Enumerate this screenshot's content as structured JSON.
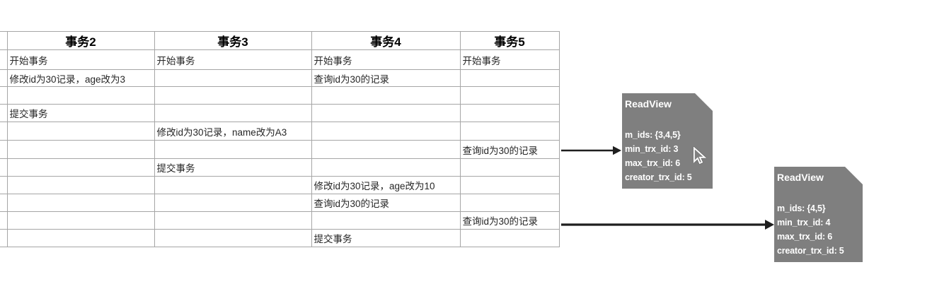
{
  "table": {
    "columns": [
      {
        "label": "事务2"
      },
      {
        "label": "事务3"
      },
      {
        "label": "事务4"
      },
      {
        "label": "事务5"
      }
    ],
    "rows": [
      [
        "开始事务",
        "开始事务",
        "开始事务",
        "开始事务"
      ],
      [
        "修改id为30记录，age改为3",
        "",
        "查询id为30的记录",
        ""
      ],
      [
        "",
        "",
        "",
        ""
      ],
      [
        "提交事务",
        "",
        "",
        ""
      ],
      [
        "",
        "修改id为30记录，name改为A3",
        "",
        ""
      ],
      [
        "",
        "",
        "",
        "查询id为30的记录"
      ],
      [
        "",
        "提交事务",
        "",
        ""
      ],
      [
        "",
        "",
        "修改id为30记录，age改为10",
        ""
      ],
      [
        "",
        "",
        "查询id为30的记录",
        ""
      ],
      [
        "",
        "",
        "",
        "查询id为30的记录"
      ],
      [
        "",
        "",
        "提交事务",
        ""
      ]
    ]
  },
  "readviews": [
    {
      "title": "ReadView",
      "lines": [
        "m_ids: {3,4,5}",
        "min_trx_id: 3",
        "max_trx_id: 6",
        "creator_trx_id: 5"
      ]
    },
    {
      "title": "ReadView",
      "lines": [
        "m_ids: {4,5}",
        "min_trx_id: 4",
        "max_trx_id: 6",
        "creator_trx_id: 5"
      ]
    }
  ],
  "colors": {
    "box_fill": "#7f7f7f",
    "box_text": "#ffffff",
    "table_border": "#a6a6a6",
    "arrow": "#1f1f1f",
    "header_text": "#000000",
    "body_text": "#262626"
  }
}
